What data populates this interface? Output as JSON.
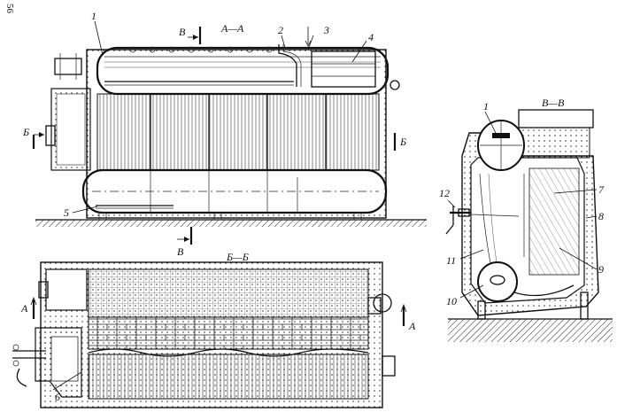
{
  "page_number": "56",
  "sections": {
    "top_left": "А—А",
    "bottom_left": "Б—Б",
    "right": "В—В"
  },
  "cut_markers": {
    "b_top": "В",
    "b_bottom": "В",
    "bb_left": "Б",
    "bb_right": "Б",
    "a_left": "А",
    "a_right": "А"
  },
  "callouts": {
    "c1": "1",
    "c2": "2",
    "c3": "3",
    "c4": "4",
    "c5": "5",
    "c6": "6",
    "c7": "7",
    "c8": "8",
    "c9": "9",
    "c10": "10",
    "c11": "11",
    "c12": "12",
    "c1b": "1"
  }
}
